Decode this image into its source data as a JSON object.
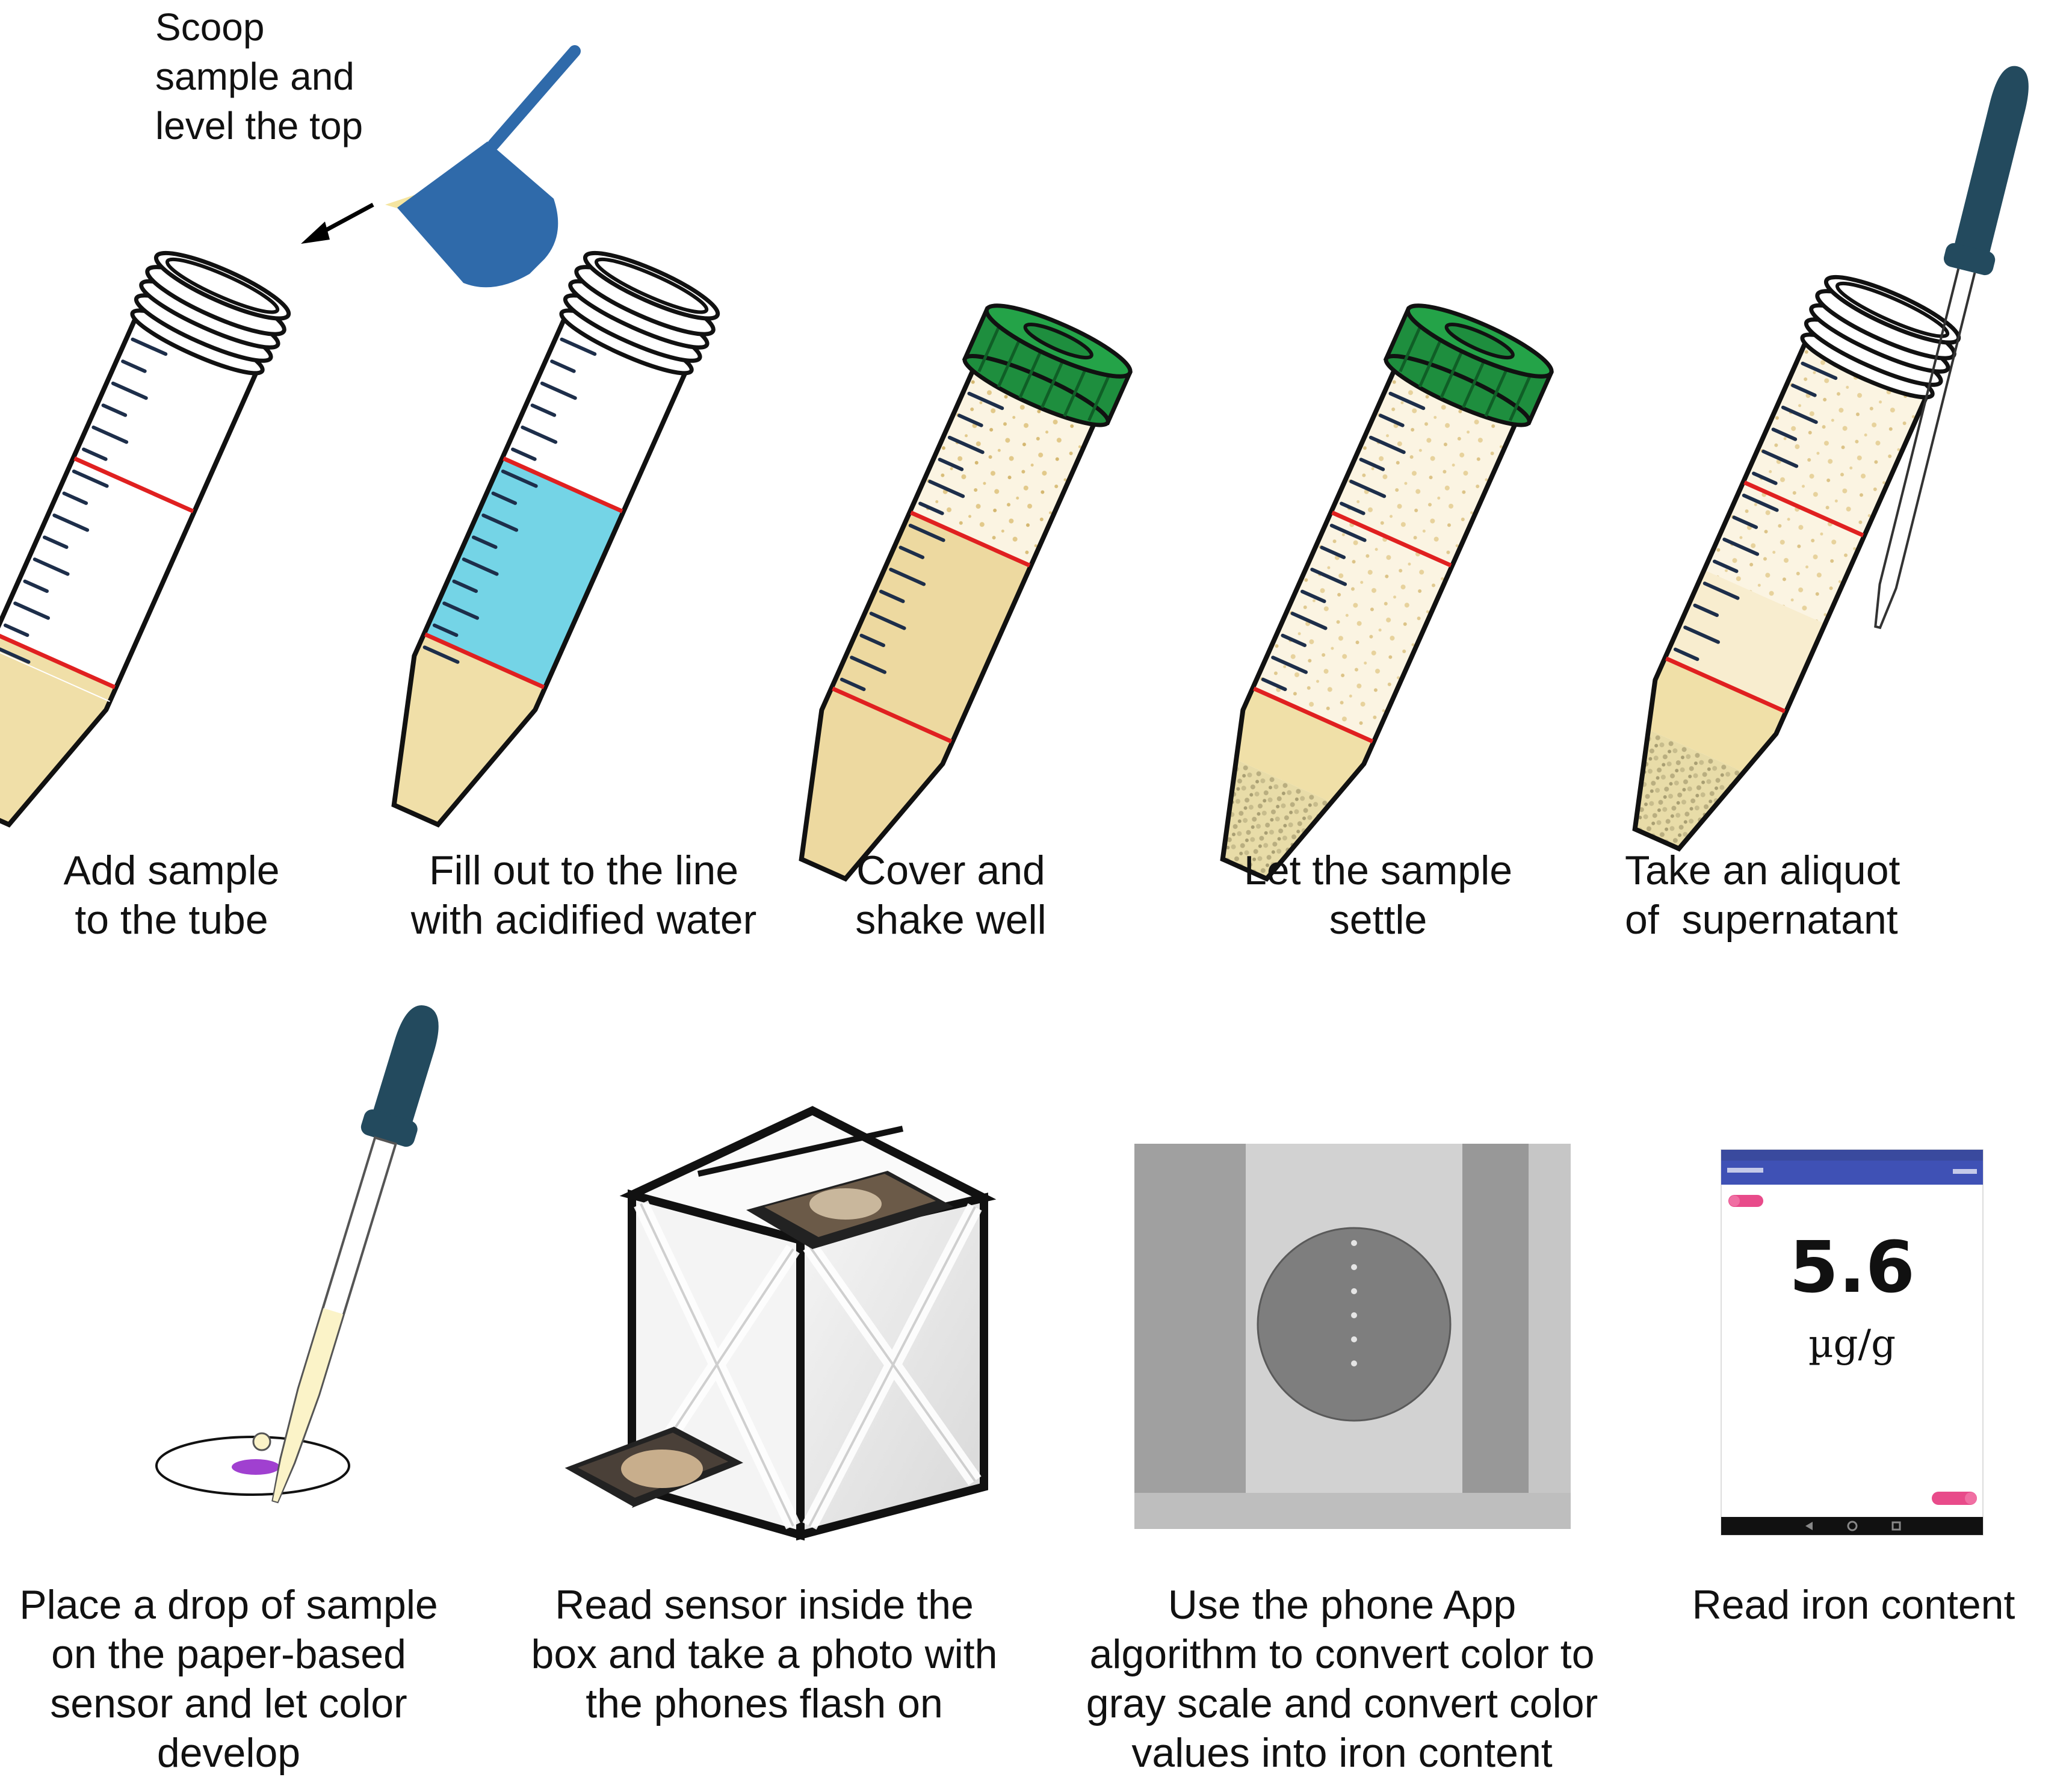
{
  "scoop_label": [
    "Scoop",
    "sample and",
    "level the top"
  ],
  "steps_row1": [
    {
      "lines": [
        "Add sample",
        "to the tube"
      ]
    },
    {
      "lines": [
        "Fill out to the line",
        "with acidified water"
      ]
    },
    {
      "lines": [
        "Cover and",
        "shake well"
      ]
    },
    {
      "lines": [
        "Let the sample",
        "settle"
      ]
    },
    {
      "lines": [
        "Take an aliquot",
        "of  supernatant"
      ]
    }
  ],
  "steps_row2": [
    {
      "lines": [
        "Place a drop of sample",
        "on the paper-based",
        "sensor and let color",
        "develop"
      ]
    },
    {
      "lines": [
        "Read sensor inside the",
        "box and take a photo with",
        "the phones flash on"
      ]
    },
    {
      "lines": [
        "Use the phone App",
        "algorithm to convert color to",
        "gray scale and convert color",
        "values into iron content"
      ]
    },
    {
      "lines": [
        "Read iron content"
      ]
    }
  ],
  "phone": {
    "value": "5.6",
    "unit": "µg/g"
  },
  "colors": {
    "scoop_blue": "#2F6AAA",
    "cap_green": "#1E8E3E",
    "water_blue": "#74D4E6",
    "sample_tan": "#F0DFA8",
    "red_line": "#E02020",
    "dropper_bulb": "#234A5E",
    "drop_purple": "#A040D0"
  }
}
